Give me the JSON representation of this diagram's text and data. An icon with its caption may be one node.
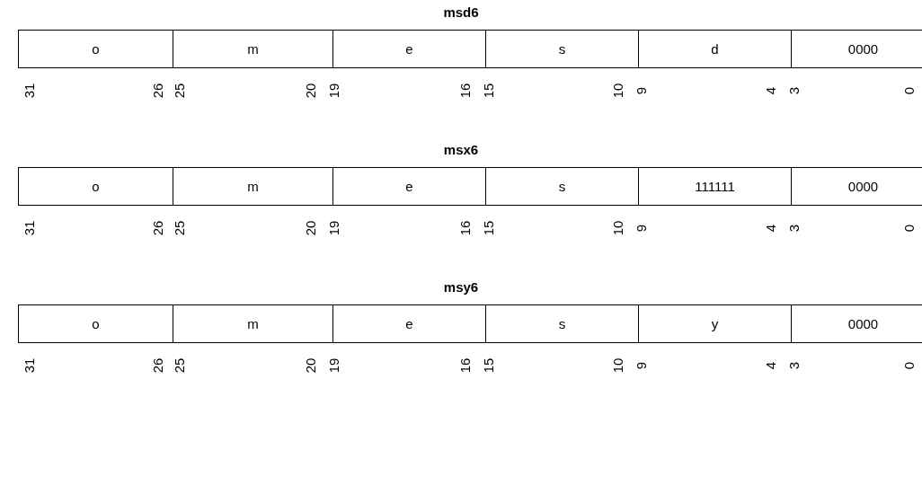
{
  "diagram": {
    "labels": [
      "msd6",
      "o",
      "m",
      "e",
      "s",
      "d",
      "0000",
      "31",
      "26",
      "25",
      "20",
      "19",
      "16",
      "15",
      "10",
      "9",
      "4",
      "3",
      "0",
      "msx6",
      "o",
      "m",
      "e",
      "s",
      "111111",
      "0000",
      "31",
      "26",
      "25",
      "20",
      "19",
      "16",
      "15",
      "10",
      "9",
      "4",
      "3",
      "0",
      "msy6",
      "o",
      "m",
      "e",
      "s",
      "y",
      "0000",
      "31",
      "26",
      "25",
      "20",
      "19",
      "16",
      "15",
      "10",
      "9",
      "4",
      "3",
      "0"
    ]
  }
}
